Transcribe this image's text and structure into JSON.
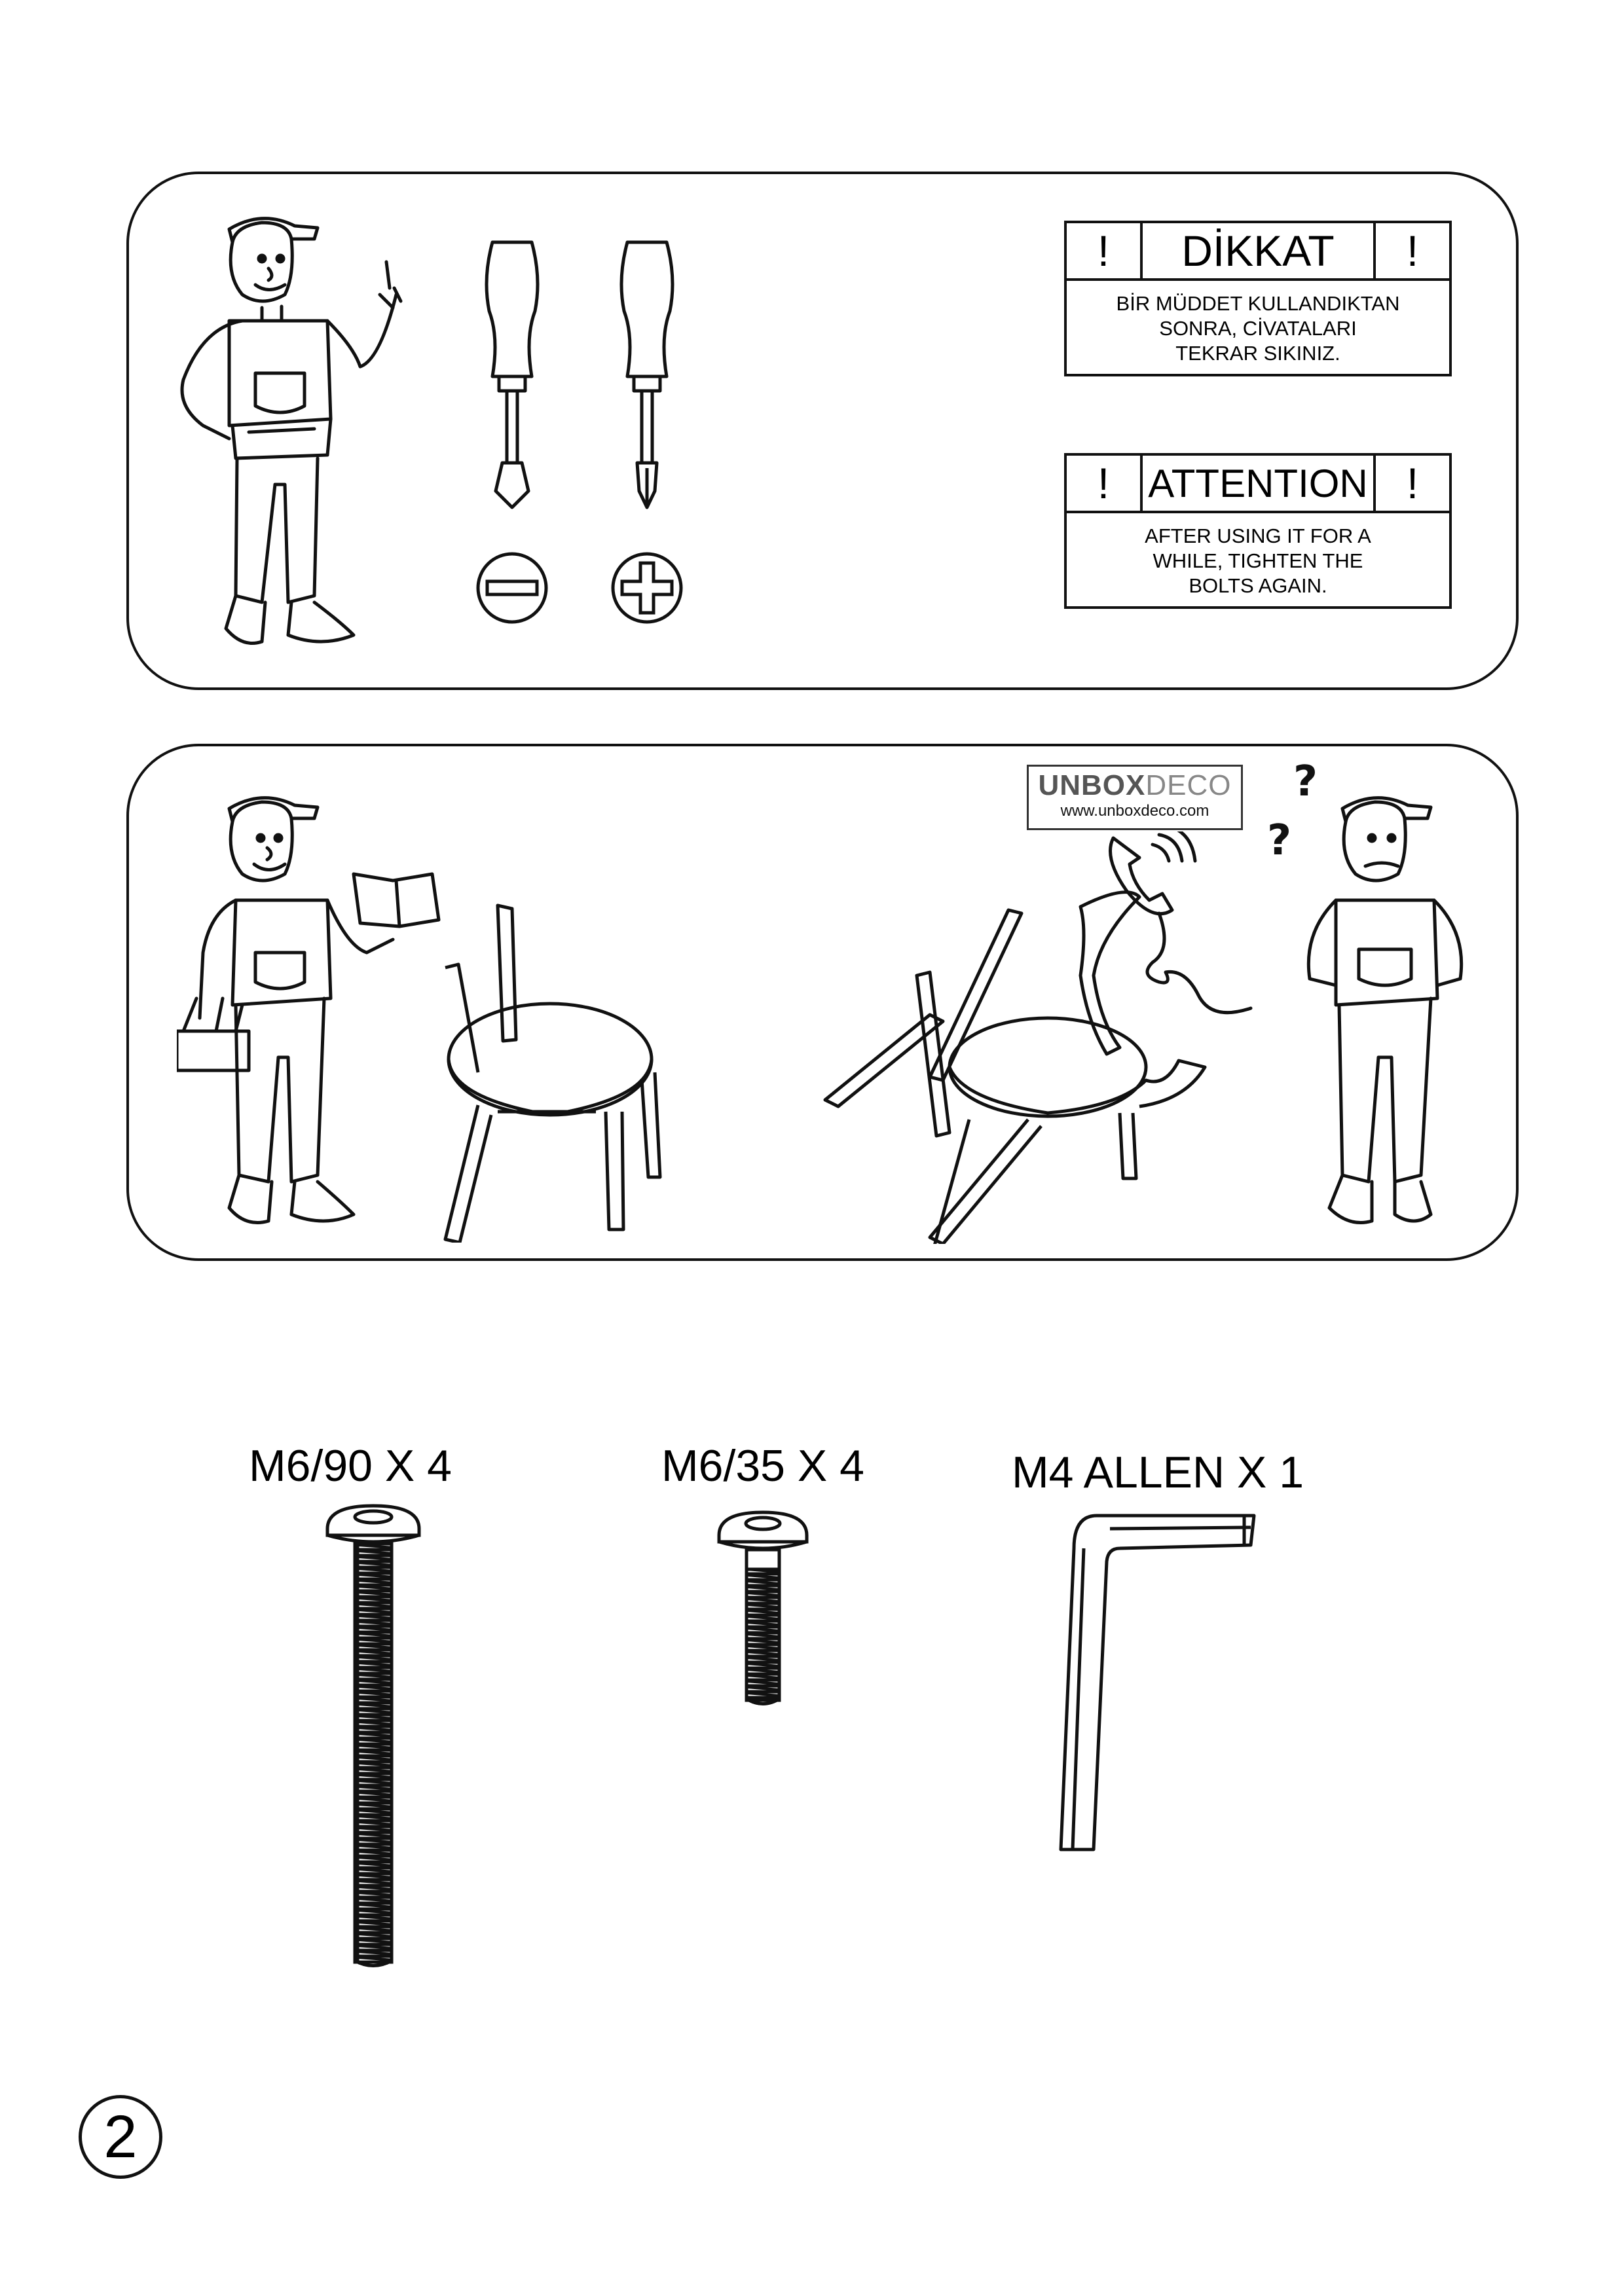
{
  "warning_tr": {
    "bang_left": "!",
    "title": "DİKKAT",
    "bang_right": "!",
    "body": "BİR MÜDDET KULLANDIKTAN\nSONRA, CİVATALARI\nTEKRAR SIKINIZ."
  },
  "warning_en": {
    "bang_left": "!",
    "title": "ATTENTION",
    "bang_right": "!",
    "body": "AFTER USING IT FOR A\nWHILE, TIGHTEN THE\nBOLTS AGAIN."
  },
  "logo": {
    "brand_bold": "UNBOX",
    "brand_light": "DECO",
    "url": "www.unboxdeco.com"
  },
  "parts": [
    {
      "label": "M6/90 X 4"
    },
    {
      "label": "M6/35 X 4"
    },
    {
      "label": "M4 ALLEN X 1"
    }
  ],
  "page_number": "2",
  "icons": [
    "flathead-screwdriver-icon",
    "phillips-screwdriver-icon",
    "minus-slot-icon",
    "plus-slot-icon",
    "phone-icon",
    "question-mark-icon"
  ]
}
